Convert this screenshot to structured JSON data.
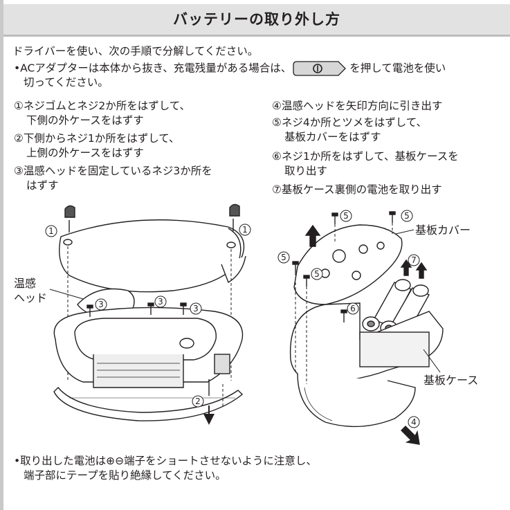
{
  "title": "バッテリーの取り外し方",
  "intro": "ドライバーを使い、次の手順で分解してください。",
  "note_ac": {
    "bullet": "•",
    "line1_before": "ACアダプターは本体から抜き、充電残量がある場合は、",
    "line1_after": "を押して電池を使い",
    "line2": "切ってください。"
  },
  "steps_left": [
    {
      "line1": "①ネジゴムとネジ2か所をはずして、",
      "line2": "下側の外ケースをはずす"
    },
    {
      "line1": "②下側からネジ1か所をはずして、",
      "line2": "上側の外ケースをはずす"
    },
    {
      "line1": "③温感ヘッドを固定しているネジ3か所を",
      "line2": "はずす"
    }
  ],
  "steps_right": [
    {
      "line1": "④温感ヘッドを矢印方向に引き出す",
      "line2": ""
    },
    {
      "line1": "⑤ネジ4か所とツメをはずして、",
      "line2": "基板カバーをはずす"
    },
    {
      "line1": "⑥ネジ1か所をはずして、基板ケースを",
      "line2": "取り出す"
    },
    {
      "line1": "⑦基板ケース裏側の電池を取り出す",
      "line2": ""
    }
  ],
  "figure_labels": {
    "head_line1": "温感",
    "head_line2": "ヘッド",
    "board_cover": "基板カバー",
    "board_case": "基板ケース",
    "num1": "1",
    "num2": "2",
    "num3": "3",
    "num4": "4",
    "num5": "5",
    "num6": "6",
    "num7": "7"
  },
  "note_battery": {
    "bullet": "•",
    "line1": "取り出した電池は⊕⊖端子をショートさせないように注意し、",
    "line2": "端子部にテープを貼り絶縁してください。"
  },
  "icons": {
    "power_button": "power-icon"
  },
  "colors": {
    "title_bg": "#e2e2e2",
    "rule": "#c9c9c9",
    "ink": "#231f20"
  }
}
